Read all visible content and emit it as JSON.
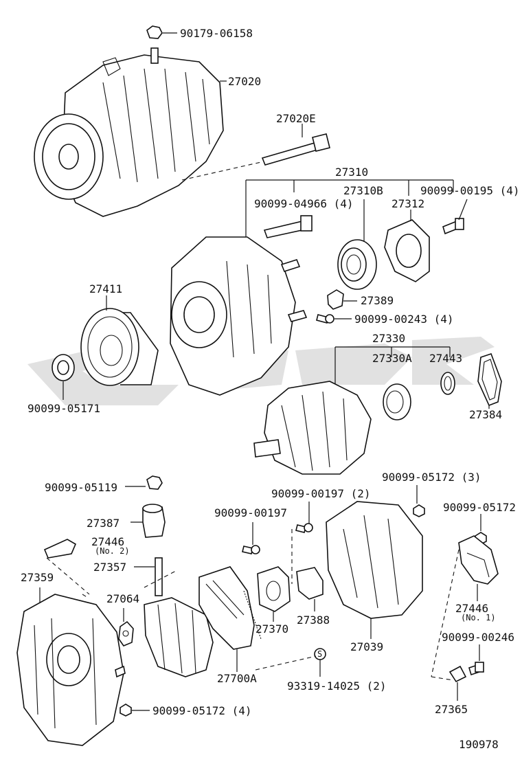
{
  "diagram": {
    "drawing_number": "190978",
    "labels": {
      "l_90179_06158": "90179-06158",
      "l_27020": "27020",
      "l_27020E": "27020E",
      "l_27310": "27310",
      "l_90099_04966": "90099-04966 (4)",
      "l_27310B": "27310B",
      "l_27312": "27312",
      "l_90099_00195": "90099-00195 (4)",
      "l_27411": "27411",
      "l_27389": "27389",
      "l_90099_00243": "90099-00243 (4)",
      "l_27330": "27330",
      "l_27330A": "27330A",
      "l_27443": "27443",
      "l_90099_05171": "90099-05171",
      "l_27384": "27384",
      "l_90099_05119": "90099-05119",
      "l_90099_00197_2": "90099-00197 (2)",
      "l_90099_05172_3": "90099-05172 (3)",
      "l_27387": "27387",
      "l_90099_00197": "90099-00197",
      "l_90099_05172": "90099-05172",
      "l_27446_no2": "27446",
      "l_no2": "(No. 2)",
      "l_27357": "27357",
      "l_27359": "27359",
      "l_27064": "27064",
      "l_27370": "27370",
      "l_27388": "27388",
      "l_27039": "27039",
      "l_27446_no1": "27446",
      "l_no1": "(No. 1)",
      "l_90099_00246": "90099-00246",
      "l_27700A": "27700A",
      "l_93319_14025": "93319-14025 (2)",
      "l_90099_05172_4": "90099-05172 (4)",
      "l_27365": "27365"
    }
  }
}
